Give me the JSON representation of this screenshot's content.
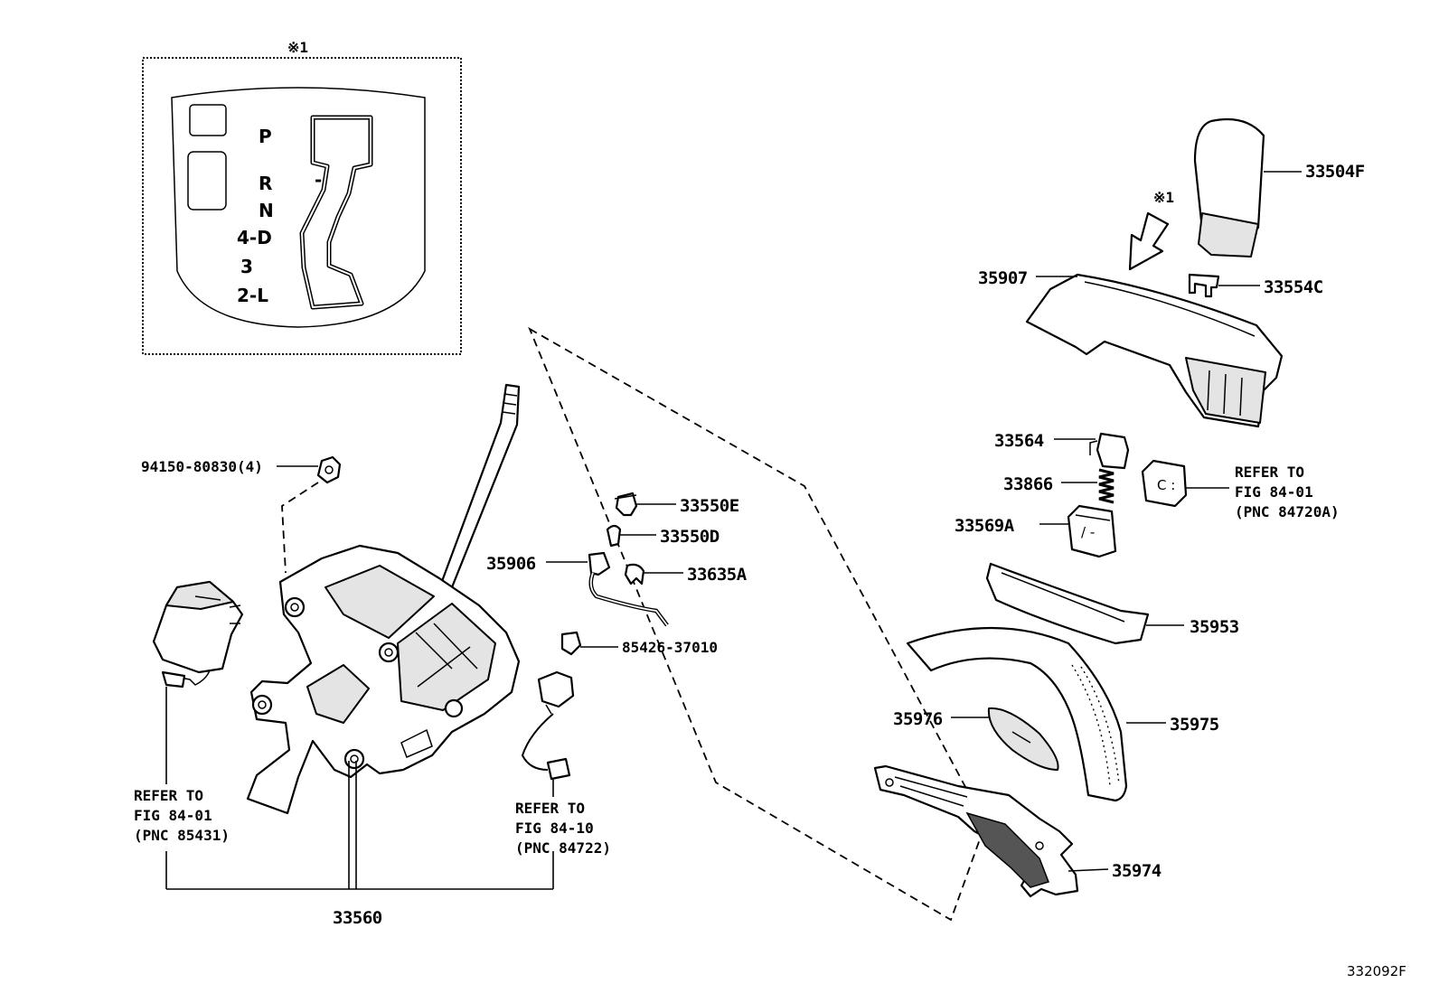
{
  "callouts": [
    {
      "id": "33504F",
      "text": "33504F"
    },
    {
      "id": "33554C",
      "text": "33554C"
    },
    {
      "id": "35907",
      "text": "35907"
    },
    {
      "id": "33564",
      "text": "33564"
    },
    {
      "id": "33866",
      "text": "33866"
    },
    {
      "id": "33569A",
      "text": "33569A"
    },
    {
      "id": "35953",
      "text": "35953"
    },
    {
      "id": "35976",
      "text": "35976"
    },
    {
      "id": "35975",
      "text": "35975"
    },
    {
      "id": "35974",
      "text": "35974"
    },
    {
      "id": "33550E",
      "text": "33550E"
    },
    {
      "id": "33550D",
      "text": "33550D"
    },
    {
      "id": "35906",
      "text": "35906"
    },
    {
      "id": "33635A",
      "text": "33635A"
    },
    {
      "id": "85426-37010",
      "text": "85426-37010"
    },
    {
      "id": "94150-80830",
      "text": "94150-80830(4)"
    },
    {
      "id": "33560",
      "text": "33560"
    }
  ],
  "refer_notes": {
    "right": [
      "REFER TO",
      "FIG 84-01",
      "(PNC 84720A)"
    ],
    "left": [
      "REFER TO",
      "FIG 84-01",
      "(PNC 85431)"
    ],
    "middle": [
      "REFER TO",
      "FIG 84-10",
      "(PNC 84722)"
    ]
  },
  "note_marks": {
    "inset": "※1",
    "arrow": "※1"
  },
  "gate_labels": {
    "P": "P",
    "R": "R",
    "N": "N",
    "D": "4-D",
    "three": "3",
    "L": "2-L",
    "minus": "-"
  },
  "figure_number": "332092F"
}
